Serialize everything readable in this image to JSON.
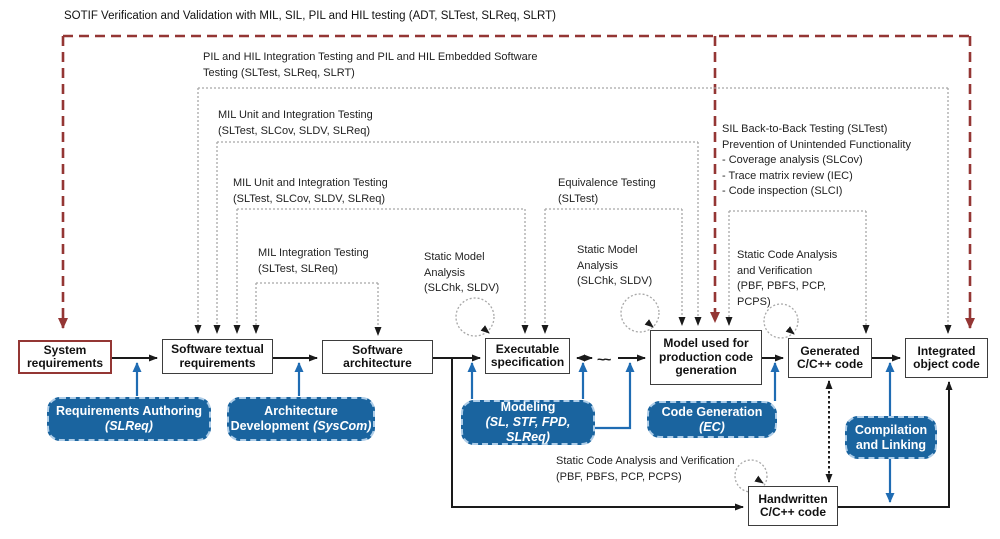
{
  "title": "SOTIF Verification and Validation with MIL, SIL, PIL and HIL testing (ADT, SLTest, SLReq, SLRT)",
  "colors": {
    "sotif_red": "#943634",
    "process_blue": "#1a649f",
    "bracket_gray": "#a8a8a8",
    "flow_black": "#1a1a1a"
  },
  "artifact_boxes": {
    "system_requirements": "System\nrequirements",
    "software_textual_requirements": "Software textual\nrequirements",
    "software_architecture": "Software\narchitecture",
    "executable_specification": "Executable\nspecification",
    "model_production": "Model used for\nproduction code\ngeneration",
    "generated_code": "Generated\nC/C++ code",
    "integrated_object_code": "Integrated\nobject code",
    "handwritten_code": "Handwritten\nC/C++ code"
  },
  "process_boxes": {
    "requirements_authoring": {
      "main": "Requirements Authoring",
      "tool": "(SLReq)"
    },
    "architecture_development": {
      "main": "Architecture\nDevelopment",
      "tool": "(SysCom)"
    },
    "modeling": {
      "main": "Modeling",
      "tool": "(SL, STF, FPD, SLReq)"
    },
    "code_generation": {
      "main": "Code Generation",
      "tool": "(EC)"
    },
    "compilation_linking": {
      "main": "Compilation\nand Linking",
      "tool": ""
    }
  },
  "test_annotations": {
    "pil_hil": "PIL and HIL Integration Testing and PIL and HIL Embedded Software\nTesting (SLTest, SLReq, SLRT)",
    "mil_unit_outer": "MIL Unit and Integration Testing\n(SLTest, SLCov, SLDV, SLReq)",
    "mil_unit_inner": "MIL Unit and Integration Testing\n(SLTest, SLCov, SLDV, SLReq)",
    "mil_integration": "MIL Integration Testing\n(SLTest, SLReq)",
    "equivalence": "Equivalence Testing\n(SLTest)",
    "sil_back_to_back": "SIL Back-to-Back Testing (SLTest)\nPrevention of Unintended Functionality\n- Coverage analysis (SLCov)\n- Trace matrix review (IEC)\n- Code inspection (SLCI)",
    "static_model_analysis_left": "Static Model\nAnalysis\n(SLChk, SLDV)",
    "static_model_analysis_right": "Static Model\nAnalysis\n(SLChk, SLDV)",
    "static_code_analysis_top": "Static Code Analysis\nand Verification\n(PBF, PBFS, PCP,\nPCPS)",
    "static_code_analysis_bottom": "Static Code Analysis and Verification\n(PBF, PBFS, PCP, PCPS)"
  },
  "flow": {
    "squiggle": "~~"
  }
}
